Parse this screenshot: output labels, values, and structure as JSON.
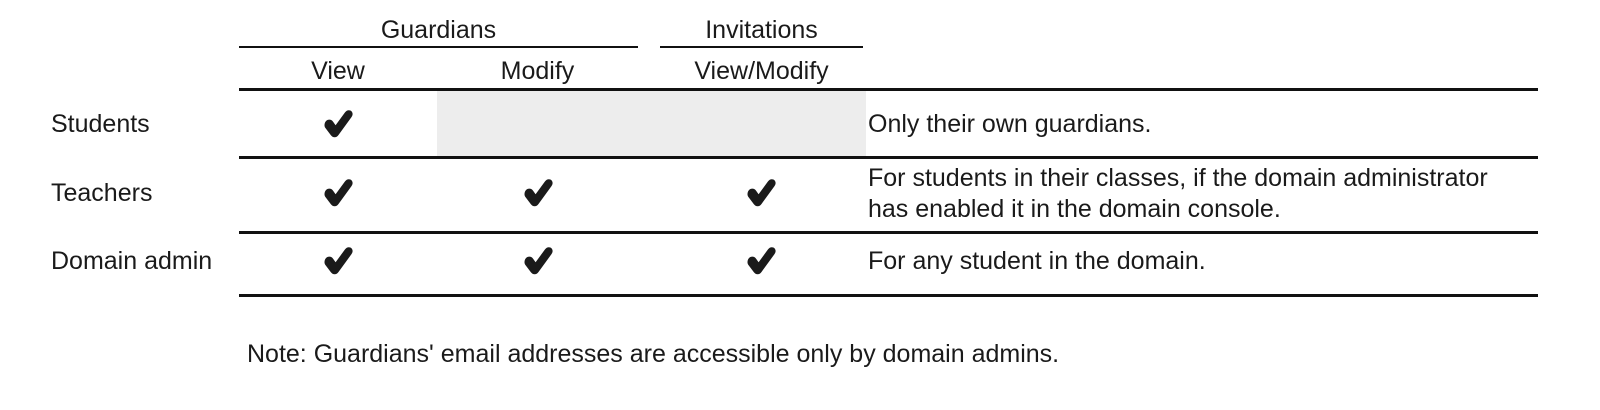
{
  "table": {
    "group_headers": [
      {
        "label": "Guardians",
        "spans": [
          "View",
          "Modify"
        ]
      },
      {
        "label": "Invitations",
        "spans": [
          "View/Modify"
        ]
      }
    ],
    "column_headers": {
      "row_label_column": "",
      "guardians_view": "View",
      "guardians_modify": "Modify",
      "invitations_viewmodify": "View/Modify",
      "description_column": ""
    },
    "rows": [
      {
        "label": "Students",
        "guardians_view": true,
        "guardians_modify": false,
        "guardians_modify_shaded": true,
        "invitations_viewmodify": false,
        "invitations_viewmodify_shaded": true,
        "description_lines": [
          "Only their own guardians."
        ]
      },
      {
        "label": "Teachers",
        "guardians_view": true,
        "guardians_modify": true,
        "guardians_modify_shaded": false,
        "invitations_viewmodify": true,
        "invitations_viewmodify_shaded": false,
        "description_lines": [
          "For students in their classes, if the domain administrator",
          "has enabled it in the domain console."
        ]
      },
      {
        "label": "Domain admin",
        "guardians_view": true,
        "guardians_modify": true,
        "guardians_modify_shaded": false,
        "invitations_viewmodify": true,
        "invitations_viewmodify_shaded": false,
        "description_lines": [
          "For any student in the domain."
        ]
      }
    ]
  },
  "note": "Note: Guardians' email addresses are accessible only by domain admins.",
  "icons": {
    "check": "check-mark-icon"
  },
  "colors": {
    "background": "#ffffff",
    "text": "#1a1a1a",
    "rule": "#111111",
    "shaded_cell": "#ededed"
  }
}
